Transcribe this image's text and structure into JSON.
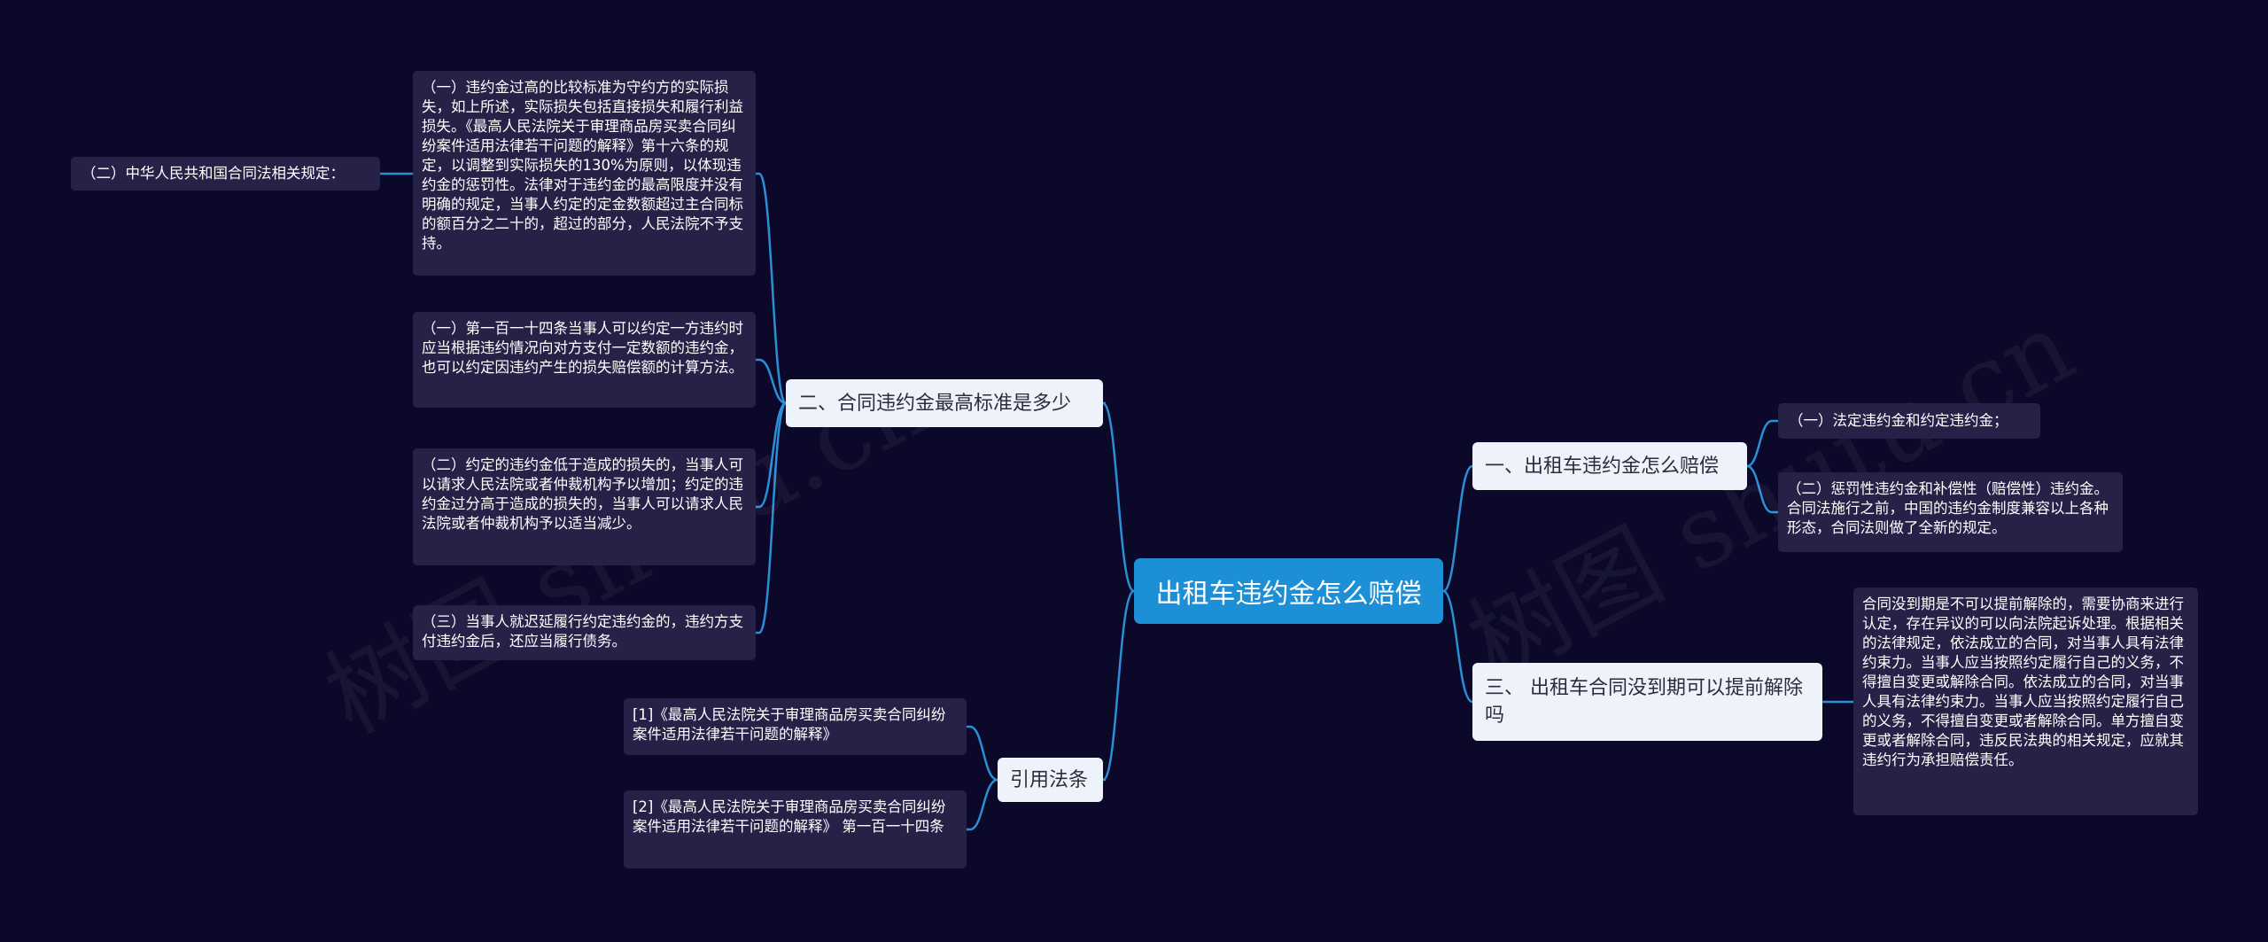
{
  "watermark": [
    "树图 shutu.cn",
    "树图 shutu.cn"
  ],
  "colors": {
    "background": "#0b0829",
    "root": "#1d8fd6",
    "branch": "#eef3fb",
    "leaf": "#262247",
    "connector": "#2b8fd8"
  },
  "root": {
    "label": "出租车违约金怎么赔偿"
  },
  "left": {
    "b1": {
      "label": "二、合同违约金最高标准是多少",
      "l1": "（一）违约金过高的比较标准为守约方的实际损失，如上所述，实际损失包括直接损失和履行利益损失。《最高人民法院关于审理商品房买卖合同纠纷案件适用法律若干问题的解释》第十六条的规定，以调整到实际损失的130%为原则，以体现违约金的惩罚性。法律对于违约金的最高限度并没有明确的规定，当事人约定的定金数额超过主合同标的额百分之二十的，超过的部分，人民法院不予支持。",
      "l1_child": "（二）中华人民共和国合同法相关规定：",
      "l2": "（一）第一百一十四条当事人可以约定一方违约时应当根据违约情况向对方支付一定数额的违约金，也可以约定因违约产生的损失赔偿额的计算方法。",
      "l3": "（二）约定的违约金低于造成的损失的，当事人可以请求人民法院或者仲裁机构予以增加；约定的违约金过分高于造成的损失的，当事人可以请求人民法院或者仲裁机构予以适当减少。",
      "l4": "（三）当事人就迟延履行约定违约金的，违约方支付违约金后，还应当履行债务。"
    },
    "b2": {
      "label": "引用法条",
      "l1": "[1]《最高人民法院关于审理商品房买卖合同纠纷案件适用法律若干问题的解释》",
      "l2": "[2]《最高人民法院关于审理商品房买卖合同纠纷案件适用法律若干问题的解释》 第一百一十四条"
    }
  },
  "right": {
    "b1": {
      "label": "一、出租车违约金怎么赔偿",
      "l1": "（一）法定违约金和约定违约金；",
      "l2": "（二）惩罚性违约金和补偿性（赔偿性）违约金。合同法施行之前，中国的违约金制度兼容以上各种形态，合同法则做了全新的规定。"
    },
    "b2": {
      "label": "三、 出租车合同没到期可以提前解除吗",
      "l1": "合同没到期是不可以提前解除的，需要协商来进行认定，存在异议的可以向法院起诉处理。根据相关的法律规定，依法成立的合同，对当事人具有法律约束力。当事人应当按照约定履行自己的义务，不得擅自变更或解除合同。依法成立的合同，对当事人具有法律约束力。当事人应当按照约定履行自己的义务，不得擅自变更或者解除合同。单方擅自变更或者解除合同，违反民法典的相关规定，应就其违约行为承担赔偿责任。"
    }
  }
}
